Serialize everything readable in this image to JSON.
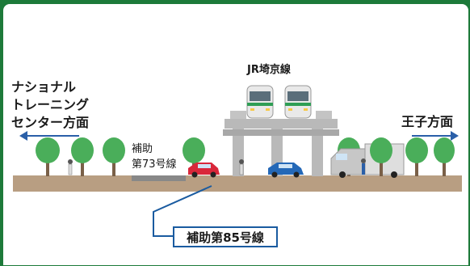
{
  "labels": {
    "left_direction": [
      "ナショナル",
      "トレーニング",
      "センター方面"
    ],
    "right_direction": "王子方面",
    "railway": "JR埼京線",
    "aux73": [
      "補助",
      "第73号線"
    ],
    "aux85": "補助第85号線"
  },
  "colors": {
    "frame_green": "#1d7a3a",
    "ground": "#b89e82",
    "viaduct": "#b9b9b9",
    "tree": "#4aae5a",
    "arrow": "#2a5fa8",
    "pointer_line": "#1a5ba0"
  }
}
